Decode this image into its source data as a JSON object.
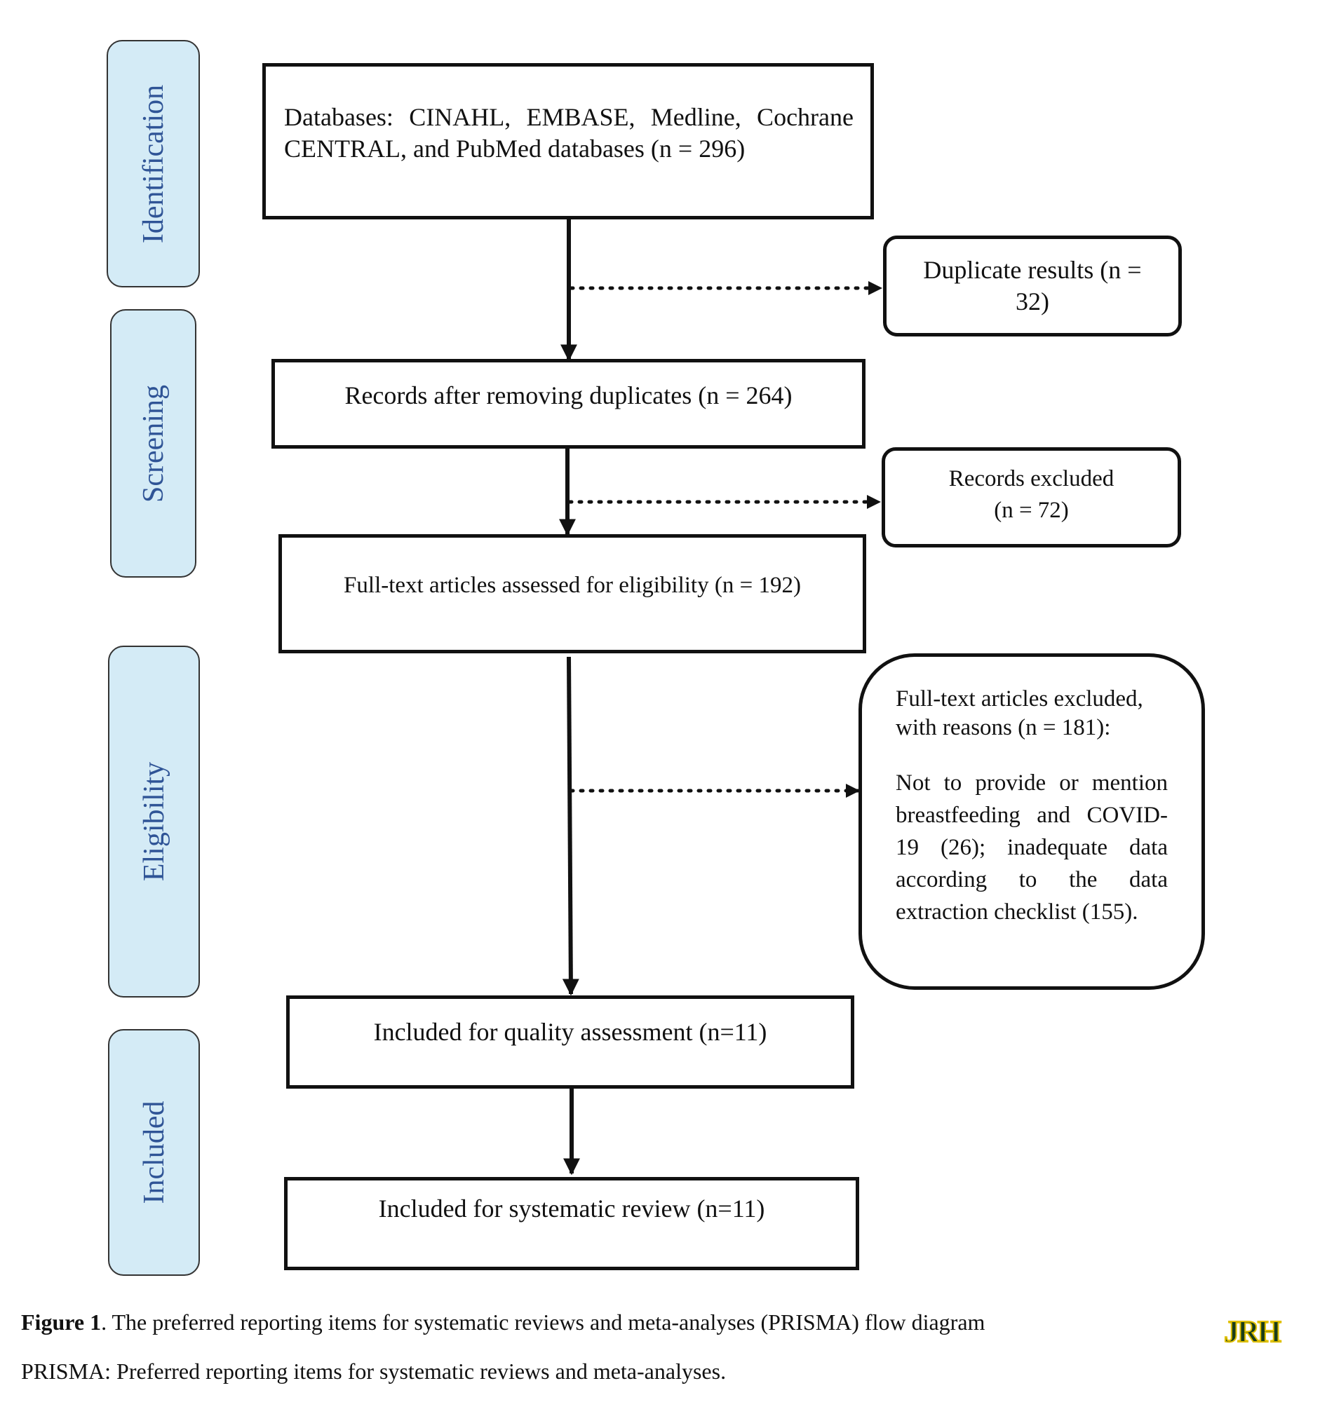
{
  "stages": {
    "identification": "Identification",
    "screening": "Screening",
    "eligibility": "Eligibility",
    "included": "Included"
  },
  "boxes": {
    "databases": "Databases: CINAHL, EMBASE, Medline, Cochrane CENTRAL, and PubMed databases (n = 296)",
    "duplicates": "Duplicate results (n = 32)",
    "after_duplicates": "Records after removing duplicates (n = 264)",
    "records_excluded_line1": "Records excluded",
    "records_excluded_line2": "(n = 72)",
    "full_text_assessed": "Full-text articles assessed for eligibility (n = 192)",
    "full_text_excluded_header": "Full-text articles excluded, with reasons (n = 181):",
    "full_text_excluded_reasons": "Not to provide or mention breastfeeding and COVID-19 (26); inadequate data according to the data extraction checklist (155).",
    "quality_assessment": "Included for quality assessment (n=11)",
    "systematic_review": "Included for systematic review (n=11)"
  },
  "caption": {
    "figure_label": "Figure 1",
    "figure_text": ". The preferred reporting items for systematic reviews and meta-analyses (PRISMA) flow diagram",
    "abbreviation": "PRISMA: Preferred reporting items for systematic reviews and meta-analyses."
  },
  "logo": "JRH",
  "colors": {
    "stage_fill": "#d4ebf6",
    "stage_text": "#2f5496",
    "line": "#111111"
  }
}
